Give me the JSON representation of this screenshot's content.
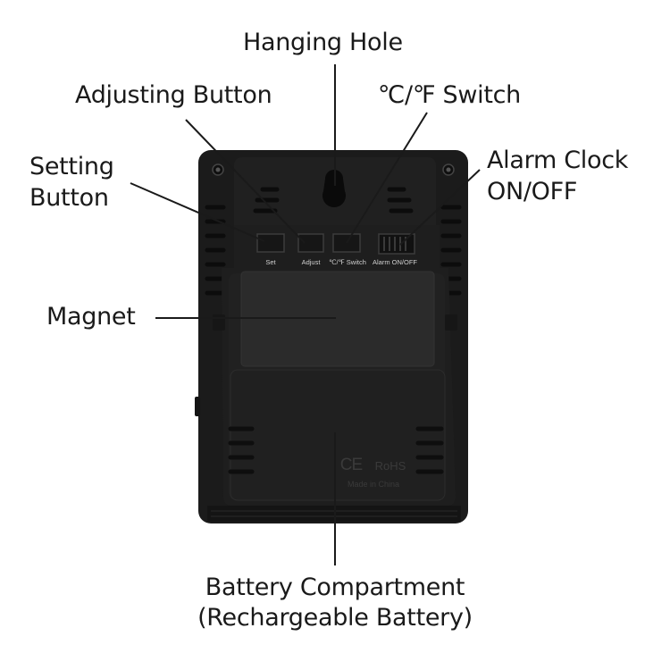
{
  "callouts": {
    "hanging_hole": "Hanging Hole",
    "adjusting_button": "Adjusting Button",
    "unit_switch": "℃/℉ Switch",
    "setting_button_line1": "Setting",
    "setting_button_line2": "Button",
    "alarm_clock_line1": "Alarm Clock",
    "alarm_clock_line2": "ON/OFF",
    "magnet": "Magnet",
    "battery_line1": "Battery Compartment",
    "battery_line2": "(Rechargeable Battery)"
  },
  "device_labels": {
    "set": "Set",
    "adjust": "Adjust",
    "switch": "℃/℉ Switch",
    "alarm": "Alarm ON/OFF",
    "ce": "CE",
    "rohs": "RoHS",
    "made_in": "Made in China"
  },
  "colors": {
    "body": "#1b1b1b",
    "panel": "#232323",
    "magnet": "#2b2b2b",
    "leader_line": "#1a1a1a",
    "label_text": "#1a1a1a",
    "device_text": "#d0d0d0",
    "embossed_text": "#3a3a3a"
  }
}
